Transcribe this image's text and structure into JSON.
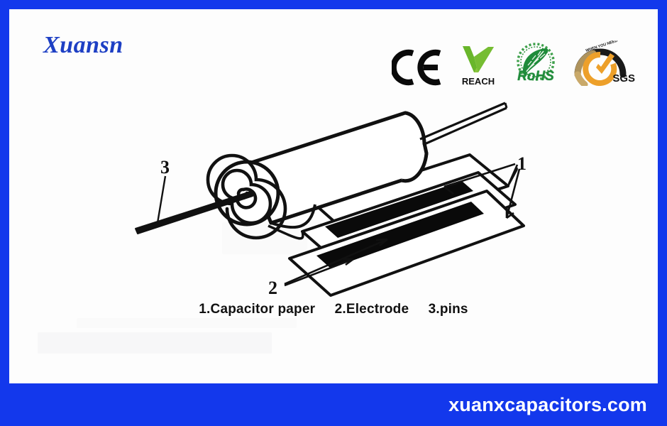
{
  "brand": {
    "logo_text": "Xuansn",
    "logo_color": "#1d3fc4"
  },
  "frame": {
    "border_color": "#1338ec",
    "canvas_color": "#fdfdfd"
  },
  "certifications": [
    {
      "id": "ce",
      "mark": "C E",
      "label": "",
      "icon": "ce-mark-icon"
    },
    {
      "id": "reach",
      "mark": "",
      "label": "REACH",
      "icon": "green-check-icon",
      "color": "#6cbb2b"
    },
    {
      "id": "rohs",
      "mark": "",
      "label": "RoHS",
      "icon": "green-leaf-icon",
      "color": "#1f8b3a"
    },
    {
      "id": "sgs",
      "mark": "",
      "label": "SGS",
      "icon": "sgs-swoosh-icon",
      "color": "#eda02a"
    }
  ],
  "diagram": {
    "title": "wound film capacitor cutaway",
    "callouts": [
      {
        "id": "1",
        "text": "1",
        "target": "capacitor paper sheets"
      },
      {
        "id": "2",
        "text": "2",
        "target": "electrode foils"
      },
      {
        "id": "3",
        "text": "3",
        "target": "lead pin"
      }
    ]
  },
  "caption": {
    "text": "1.Capacitor paper     2.Electrode     3.pins",
    "items": [
      {
        "number": "1.",
        "label": "Capacitor paper"
      },
      {
        "number": "2.",
        "label": "Electrode"
      },
      {
        "number": "3.",
        "label": "pins"
      }
    ]
  },
  "footer": {
    "url": "xuanxcapacitors.com",
    "background": "#1338ec",
    "text_color": "#ffffff"
  }
}
